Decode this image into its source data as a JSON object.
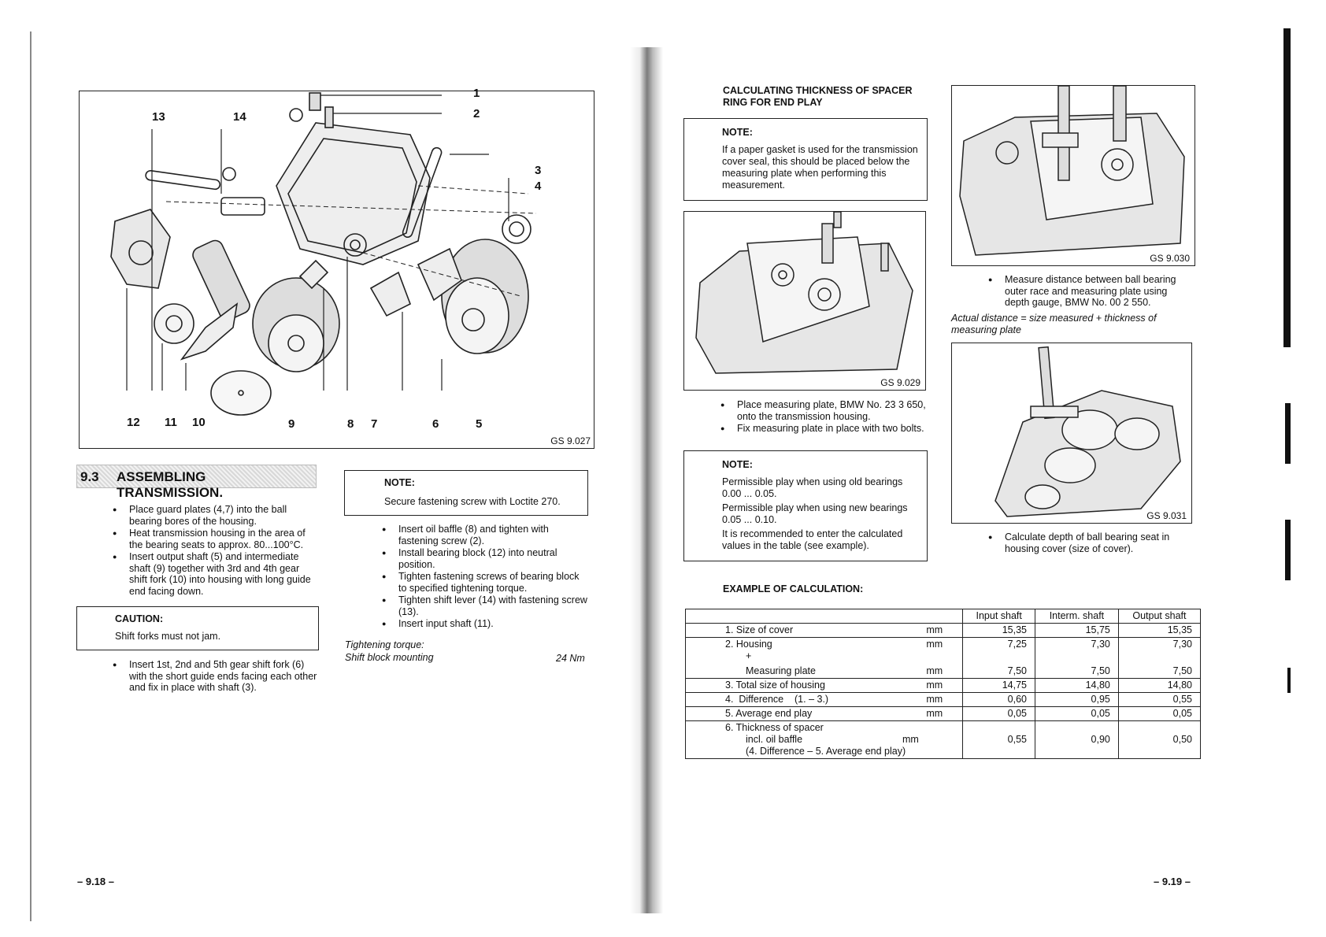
{
  "left_page": {
    "figure": {
      "code": "GS 9.027",
      "callouts": [
        "1",
        "2",
        "3",
        "4",
        "13",
        "14",
        "12",
        "11",
        "10",
        "9",
        "8",
        "7",
        "6",
        "5"
      ]
    },
    "section": {
      "number": "9.3",
      "title": "ASSEMBLING TRANSMISSION."
    },
    "bullets_1": [
      "Place guard plates (4,7) into the ball bearing bores of the housing.",
      "Heat transmission housing in the area of the bearing seats to approx. 80...100°C.",
      "Insert output shaft (5) and intermediate shaft (9) together with 3rd and 4th gear shift fork (10) into housing with long guide end facing down."
    ],
    "caution": {
      "title": "CAUTION:",
      "text": "Shift forks must not jam."
    },
    "bullets_2": [
      "Insert 1st, 2nd and 5th gear shift fork (6) with the short guide ends facing each other and fix in place with shaft (3)."
    ],
    "note": {
      "title": "NOTE:",
      "text": "Secure fastening screw with Loctite 270."
    },
    "bullets_3": [
      "Insert oil baffle (8) and tighten with fastening screw (2).",
      "Install bearing block (12) into neutral position.",
      "Tighten fastening screws of bearing block to specified tightening torque.",
      "Tighten shift lever (14) with fastening screw (13).",
      "Insert input shaft (11)."
    ],
    "torque": {
      "heading": "Tightening torque:",
      "item": "Shift block mounting",
      "value": "24 Nm"
    },
    "page_number": "– 9.18 –"
  },
  "right_page": {
    "heading": "CALCULATING THICKNESS OF SPACER RING FOR END PLAY",
    "note1": {
      "title": "NOTE:",
      "text": "If a paper gasket is used for the transmission cover seal, this should be placed below the measuring plate when performing this measurement."
    },
    "fig1": {
      "code": "GS 9.029"
    },
    "bullets_1": [
      "Place measuring plate, BMW No. 23 3 650, onto the transmission housing.",
      "Fix measuring plate in place with two bolts."
    ],
    "note2": {
      "title": "NOTE:",
      "p1": "Permissible play when using old bearings 0.00 ... 0.05.",
      "p2": "Permissible play when using new bearings 0.05 ... 0.10.",
      "p3": "It is recommended to enter the calculated values in the table (see example)."
    },
    "fig2": {
      "code": "GS 9.030"
    },
    "bullets_2": [
      "Measure distance between ball bearing outer race and measuring plate using depth gauge, BMW No. 00 2 550."
    ],
    "formula": "Actual distance = size measured + thickness of measuring plate",
    "fig3": {
      "code": "GS 9.031"
    },
    "bullets_3": [
      "Calculate depth of ball bearing seat in housing cover (size of cover)."
    ],
    "example_heading": "EXAMPLE OF CALCULATION:",
    "table": {
      "headers": [
        "Input shaft",
        "Interm. shaft",
        "Output shaft"
      ],
      "r1": {
        "label": "1.  Size of cover",
        "unit": "mm",
        "v": [
          "15,35",
          "15,75",
          "15,35"
        ]
      },
      "r2": {
        "label": "2.  Housing",
        "plus": "+",
        "sub": "Measuring plate",
        "unit": "mm",
        "v_a": [
          "7,25",
          "7,30",
          "7,30"
        ],
        "v_b": [
          "7,50",
          "7,50",
          "7,50"
        ]
      },
      "r3": {
        "label": "3.  Total size of housing",
        "unit": "mm",
        "v": [
          "14,75",
          "14,80",
          "14,80"
        ]
      },
      "r4": {
        "label": "4.  Difference    (1. – 3.)",
        "unit": "mm",
        "v": [
          "0,60",
          "0,95",
          "0,55"
        ]
      },
      "r5": {
        "label": "5.  Average end play",
        "unit": "mm",
        "v": [
          "0,05",
          "0,05",
          "0,05"
        ]
      },
      "r6": {
        "label": "6.  Thickness of spacer",
        "line2": "incl. oil baffle",
        "line3": "(4. Difference – 5. Average end play)",
        "unit": "mm",
        "v": [
          "0,55",
          "0,90",
          "0,50"
        ]
      }
    },
    "page_number": "– 9.19 –"
  }
}
